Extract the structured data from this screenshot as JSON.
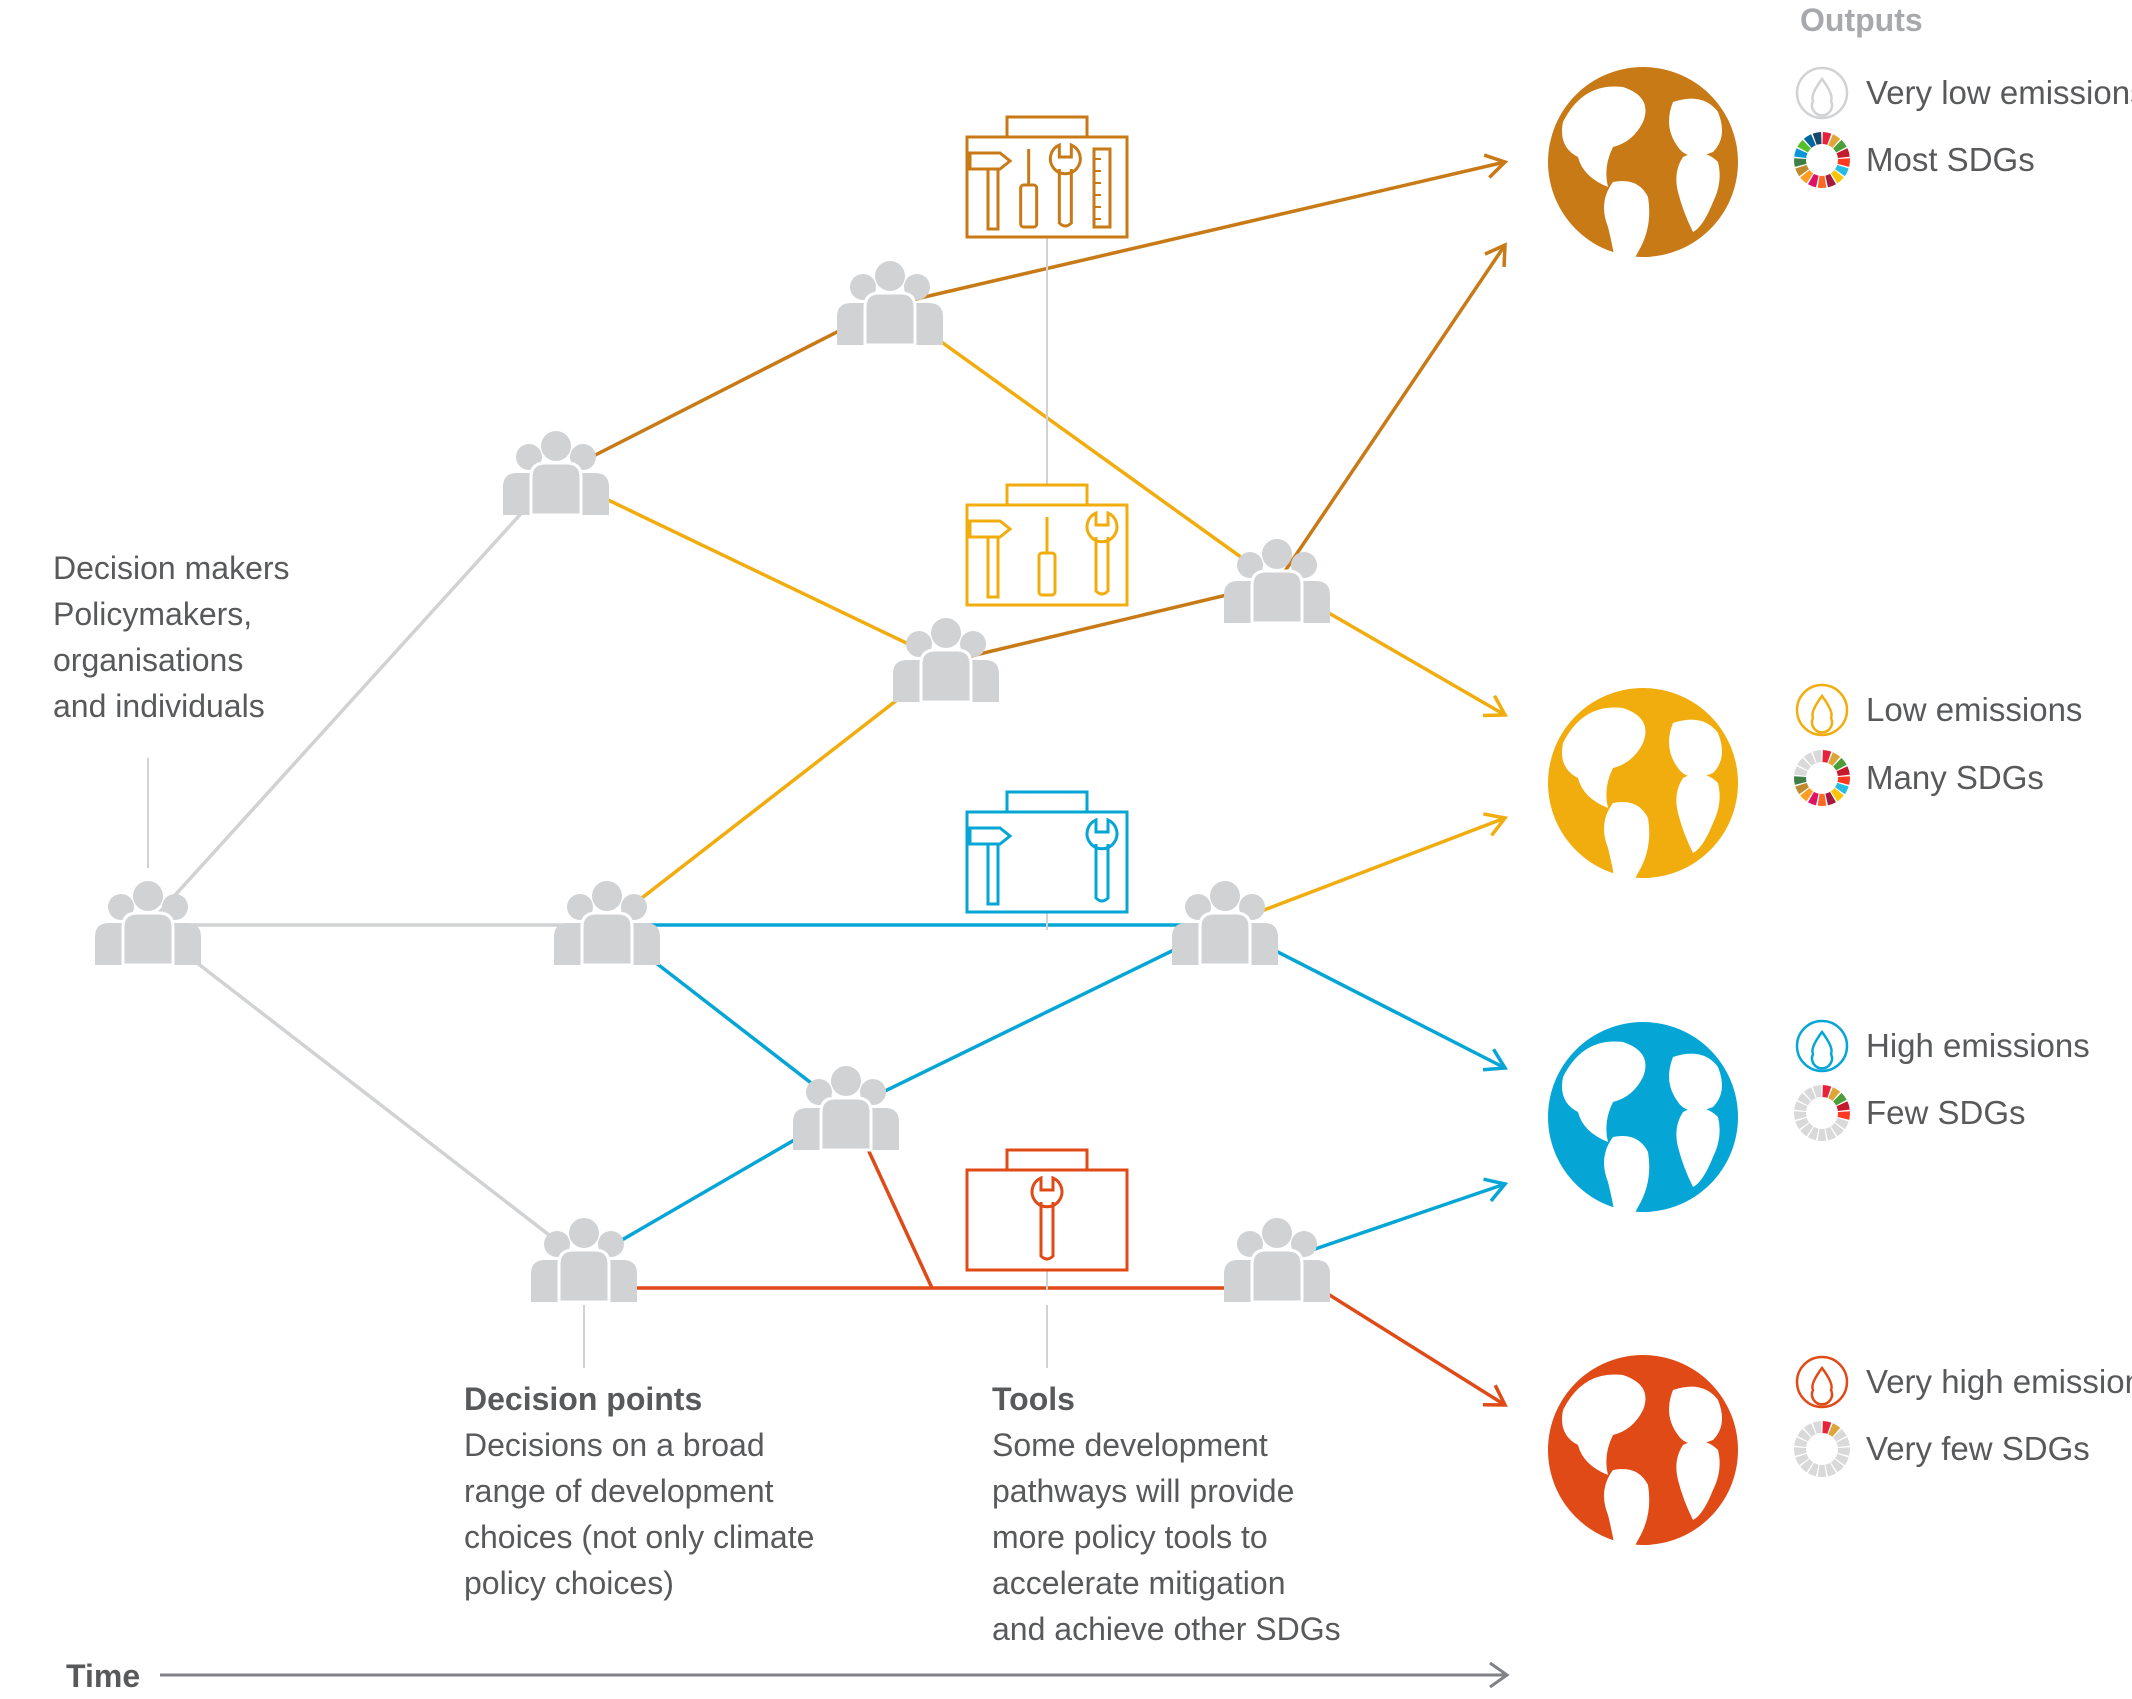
{
  "colors": {
    "very_low": "#c87a16",
    "low": "#f1ac0d",
    "high": "#05a6d6",
    "very_high": "#e04a16",
    "neutral": "#d1d2d4",
    "text": "#58595b",
    "outputs_heading": "#a7a9ac"
  },
  "icons": {
    "person_group": "people-group-icon",
    "toolbox": "toolbox-icon",
    "globe": "globe-icon",
    "emissions": "droplet-icon",
    "sdg": "sdg-wheel-icon"
  },
  "labels": {
    "decision_makers": [
      "Decision makers",
      "Policymakers,",
      "organisations",
      "and individuals"
    ],
    "decision_points_title": "Decision points",
    "decision_points_body": [
      "Decisions on a broad",
      "range of development",
      "choices (not only climate",
      "policy choices)"
    ],
    "tools_title": "Tools",
    "tools_body": [
      "Some development",
      "pathways will provide",
      "more policy tools to",
      "accelerate mitigation",
      "and achieve other SDGs"
    ],
    "time": "Time",
    "outputs_title": "Outputs"
  },
  "outputs": [
    {
      "key": "very_low",
      "emissions": "Very low emissions",
      "sdgs": "Most SDGs",
      "sdg_colored_segments": 17
    },
    {
      "key": "low",
      "emissions": "Low emissions",
      "sdgs": "Many SDGs",
      "sdg_colored_segments": 13
    },
    {
      "key": "high",
      "emissions": "High emissions",
      "sdgs": "Few SDGs",
      "sdg_colored_segments": 5
    },
    {
      "key": "very_high",
      "emissions": "Very high emissions",
      "sdgs": "Very few SDGs",
      "sdg_colored_segments": 2
    }
  ],
  "toolboxes": [
    {
      "key": "very_low",
      "tools": [
        "hammer",
        "screwdriver",
        "wrench",
        "ruler"
      ]
    },
    {
      "key": "low",
      "tools": [
        "hammer",
        "screwdriver",
        "wrench"
      ]
    },
    {
      "key": "high",
      "tools": [
        "hammer",
        "wrench"
      ]
    },
    {
      "key": "very_high",
      "tools": [
        "wrench"
      ]
    }
  ]
}
